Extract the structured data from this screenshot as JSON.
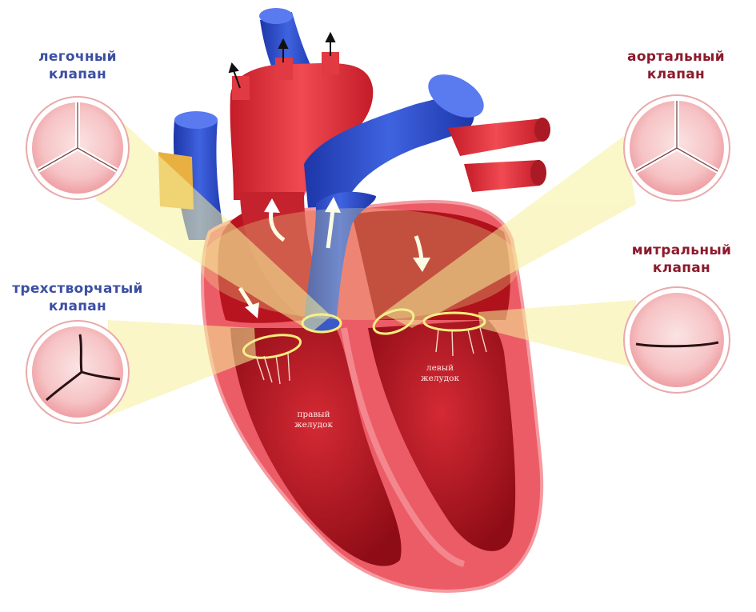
{
  "colors": {
    "blue_label": "#3b4fa3",
    "red_label": "#8c1a2c",
    "myocardium": "#e8505a",
    "chamber": "#a8101c",
    "vein_blue": "#2e4ec8",
    "artery_red": "#e0303a",
    "highlight_yellow": "#f6f2a8",
    "valve_pink": "#f6c2c4"
  },
  "labels": {
    "pulmonary_valve": {
      "line1": "легочный",
      "line2": "клапан"
    },
    "tricuspid_valve": {
      "line1": "трехстворчатый",
      "line2": "клапан"
    },
    "aortic_valve": {
      "line1": "аортальный",
      "line2": "клапан"
    },
    "mitral_valve": {
      "line1": "митральный",
      "line2": "клапан"
    }
  },
  "chambers": {
    "right_ventricle": {
      "line1": "правый",
      "line2": "желудок"
    },
    "left_ventricle": {
      "line1": "левый",
      "line2": "желудок"
    }
  },
  "icons": {
    "flow_arrow": "flow-arrow-icon",
    "exit_arrow": "exit-arrow-icon"
  }
}
